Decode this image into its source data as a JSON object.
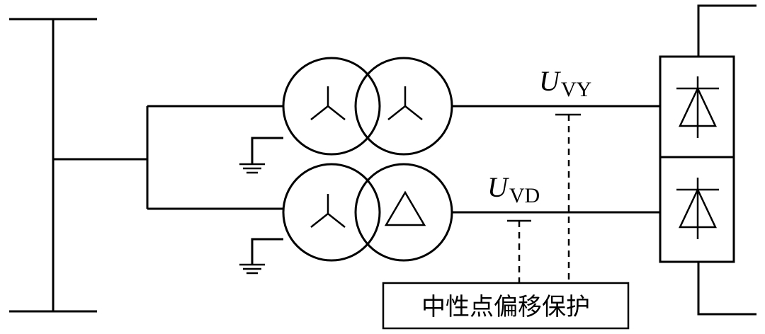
{
  "labels": {
    "uvy_main": "U",
    "uvy_sub": "VY",
    "uvd_main": "U",
    "uvd_sub": "VD"
  },
  "protection_box": {
    "text": "中性点偏移保护"
  }
}
